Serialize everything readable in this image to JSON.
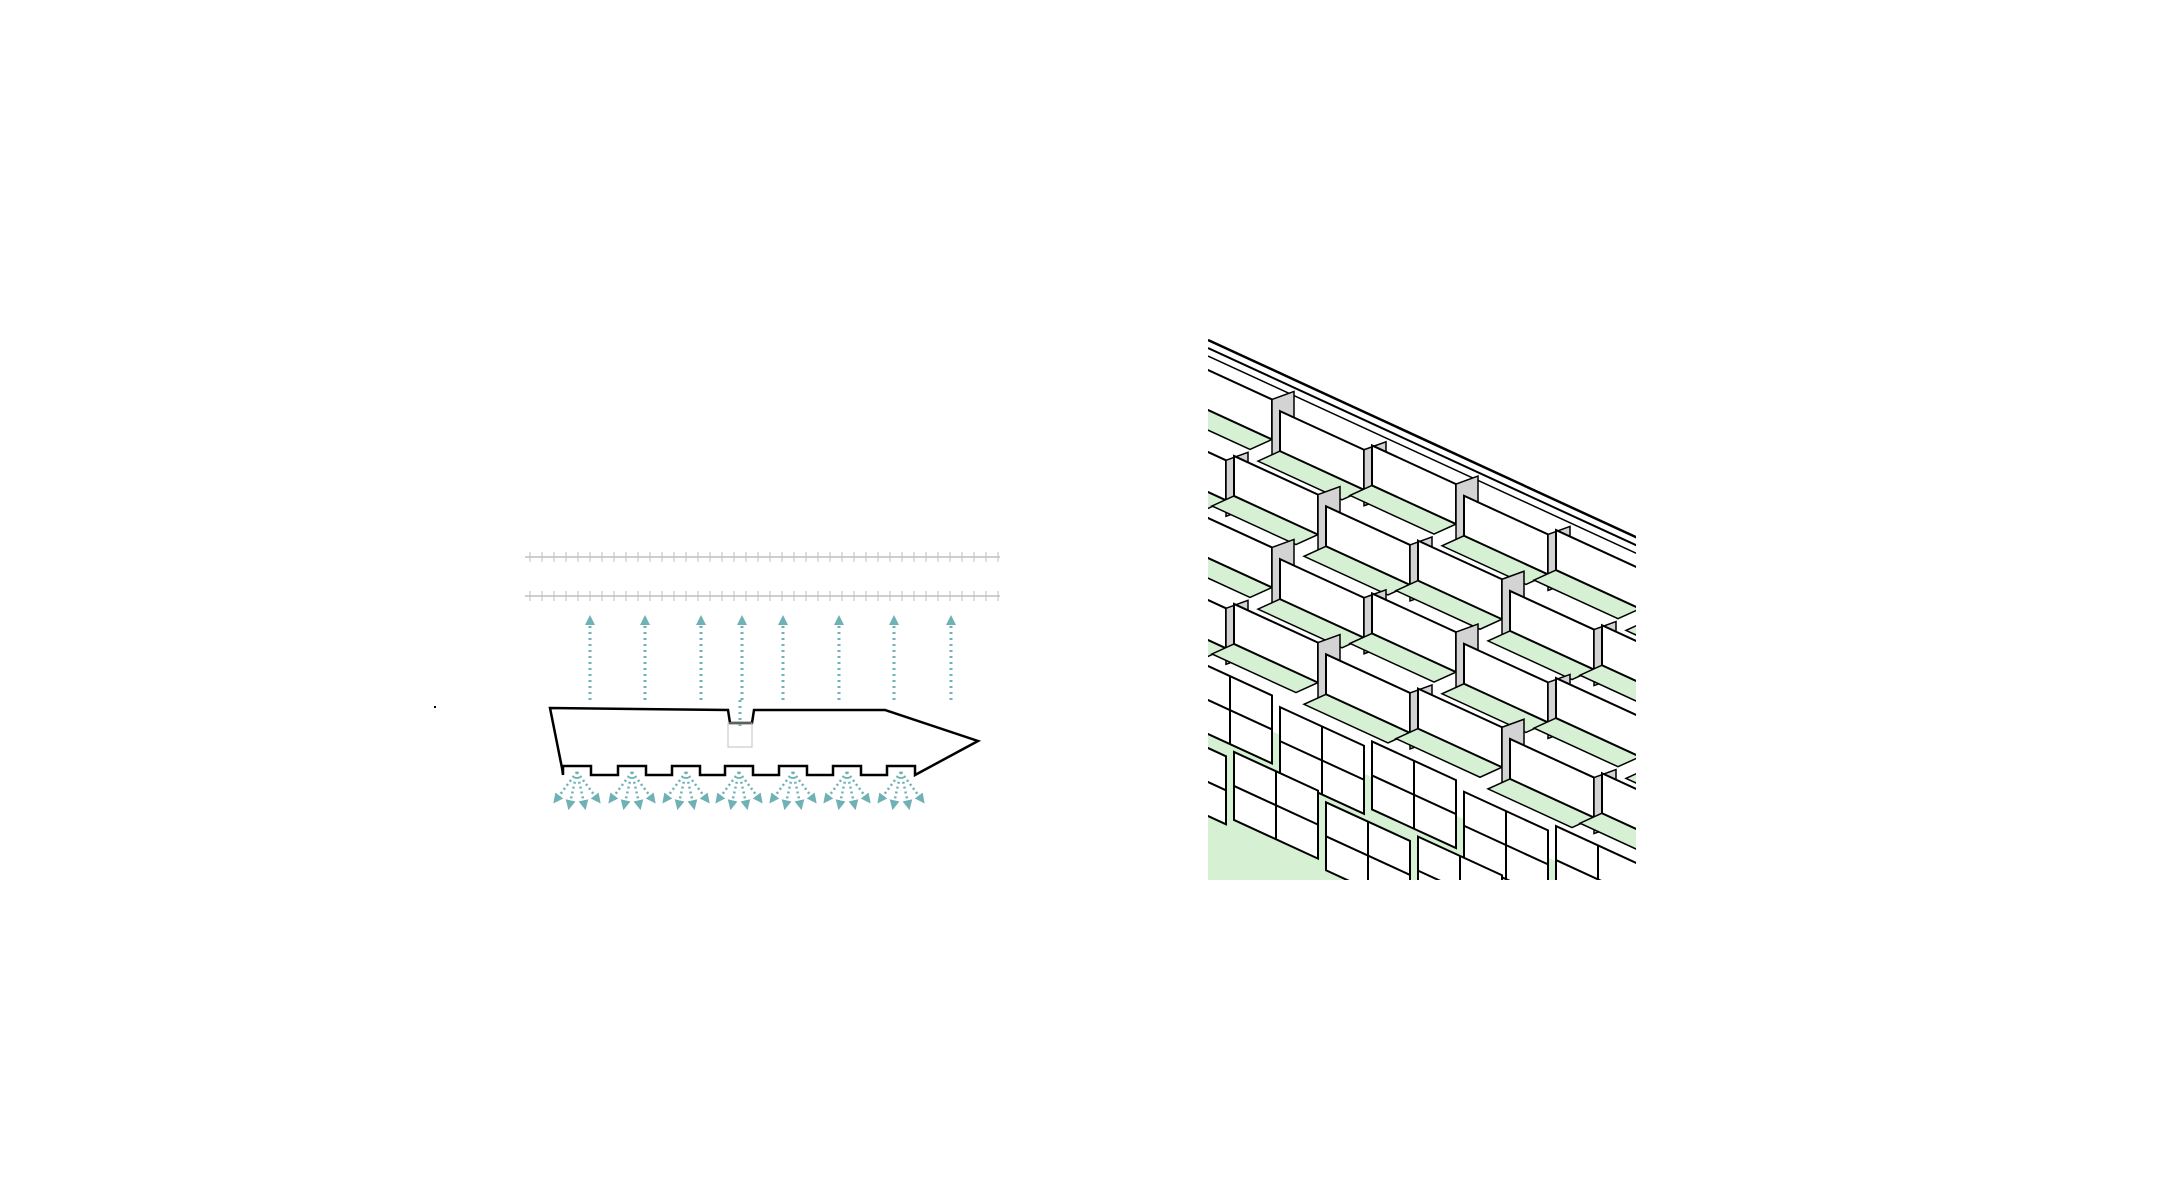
{
  "colors": {
    "background": "#ffffff",
    "line": "#000000",
    "arrow_teal": "#6fb1b4",
    "rail_grey": "#bfbfbf",
    "balcony_green": "#d6f0d3",
    "shadow_grey": "#d3d3d3",
    "ground_green": "#d6f0d3"
  },
  "plan": {
    "view_arrow_count": 8,
    "bay_count": 7,
    "rail_track_count": 2
  },
  "axonometric": {
    "facade_columns": 5,
    "facade_floors": 6
  }
}
